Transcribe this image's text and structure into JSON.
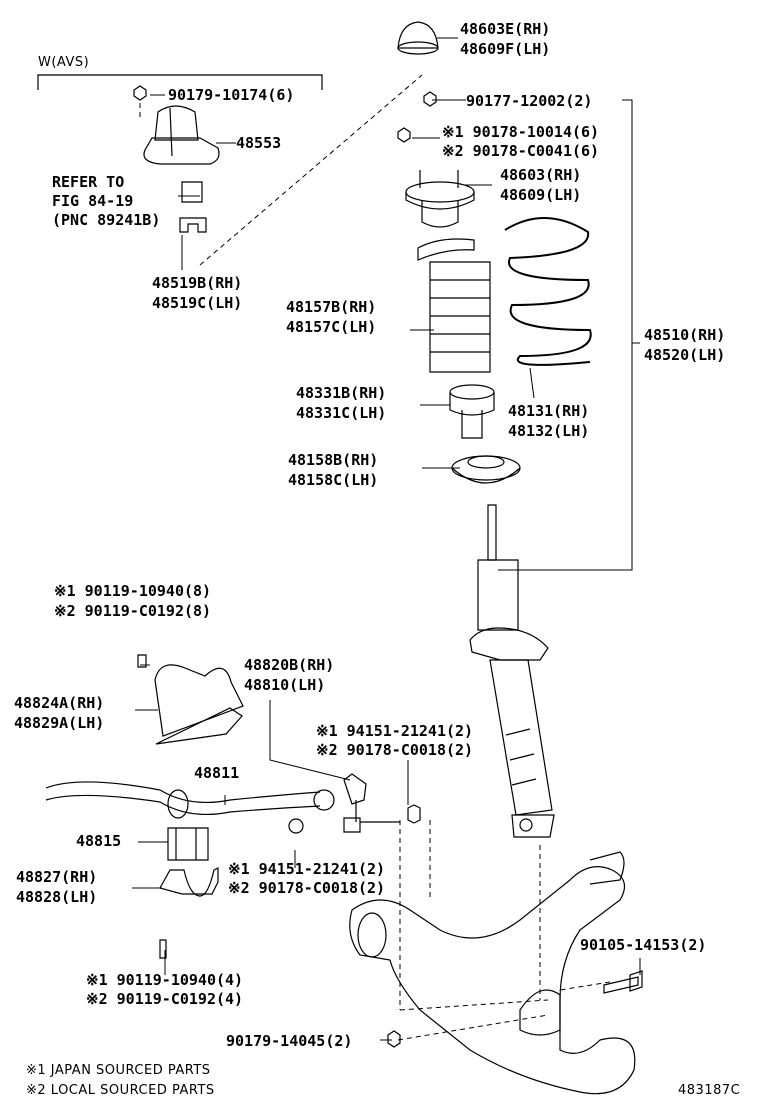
{
  "variant_label": "W(AVS)",
  "refer": {
    "line1": "REFER TO",
    "line2": "FIG 84-19",
    "line3": "(PNC 89241B)"
  },
  "parts": {
    "p48603E": "48603E(RH)",
    "p48609F": "48609F(LH)",
    "p90179_10174": "90179-10174(6)",
    "p48553": "48553",
    "p90177_12002": "90177-12002(2)",
    "p90178_10014": "※1 90178-10014(6)",
    "p90178_C0041": "※2 90178-C0041(6)",
    "p48603": "48603(RH)",
    "p48609": "48609(LH)",
    "p48519B": "48519B(RH)",
    "p48519C": "48519C(LH)",
    "p48157B": "48157B(RH)",
    "p48157C": "48157C(LH)",
    "p48510": "48510(RH)",
    "p48520": "48520(LH)",
    "p48331B": "48331B(RH)",
    "p48331C": "48331C(LH)",
    "p48131": "48131(RH)",
    "p48132": "48132(LH)",
    "p48158B": "48158B(RH)",
    "p48158C": "48158C(LH)",
    "p90119_10940_8": "※1 90119-10940(8)",
    "p90119_C0192_8": "※2 90119-C0192(8)",
    "p48820B": "48820B(RH)",
    "p48810": "48810(LH)",
    "p48824A": "48824A(RH)",
    "p48829A": "48829A(LH)",
    "p94151_a": "※1 94151-21241(2)",
    "p90178_C0018_a": "※2 90178-C0018(2)",
    "p48811": "48811",
    "p48815": "48815",
    "p48827": "48827(RH)",
    "p48828": "48828(LH)",
    "p94151_b": "※1 94151-21241(2)",
    "p90178_C0018_b": "※2 90178-C0018(2)",
    "p90105_14153": "90105-14153(2)",
    "p90119_10940_4": "※1 90119-10940(4)",
    "p90119_C0192_4": "※2 90119-C0192(4)",
    "p90179_14045": "90179-14045(2)"
  },
  "footnotes": {
    "note1": "※1 JAPAN SOURCED PARTS",
    "note2": "※2 LOCAL SOURCED PARTS"
  },
  "figure_code": "483187C"
}
